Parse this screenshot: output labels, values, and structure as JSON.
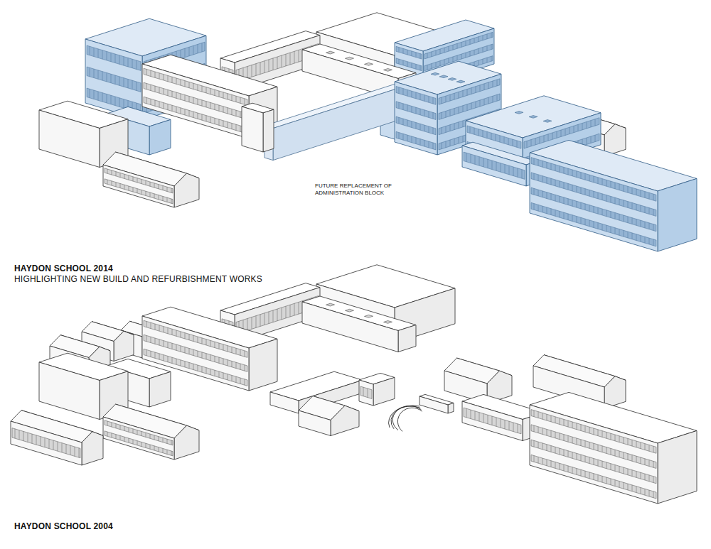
{
  "diagram": {
    "labels": [
      "FUTURE REPLACEMENT OF ADMINISTRATION BLOCK",
      "HAYDON SCHOOL 2014",
      "HIGHLIGHTING NEW BUILD AND REFURBISHMENT WORKS",
      "HAYDON SCHOOL 2004"
    ]
  }
}
